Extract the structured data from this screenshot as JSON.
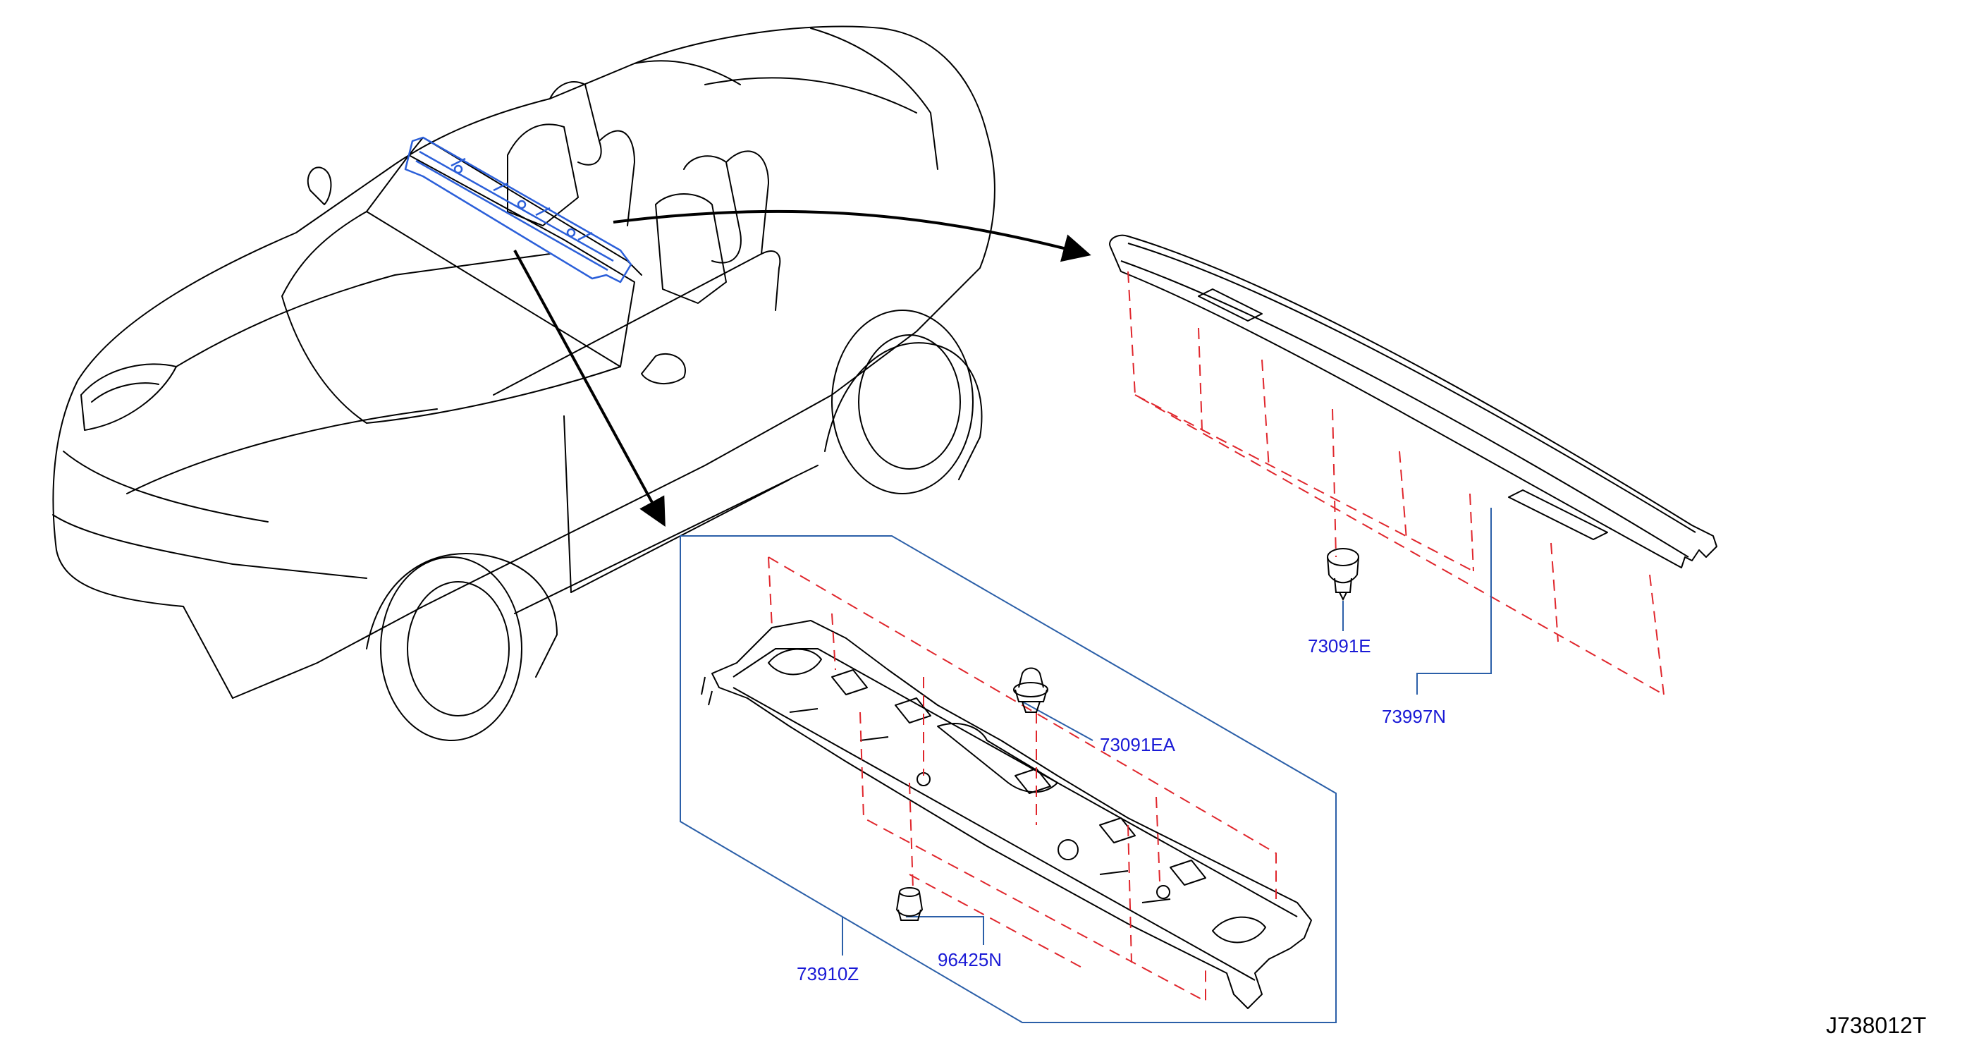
{
  "parts": [
    {
      "id": "73091E",
      "label": "73091E"
    },
    {
      "id": "73997N",
      "label": "73997N"
    },
    {
      "id": "73091EA",
      "label": "73091EA"
    },
    {
      "id": "73910Z",
      "label": "73910Z"
    },
    {
      "id": "96425N",
      "label": "96425N"
    }
  ],
  "diagram_code": "J738012T",
  "colors": {
    "line": "#000000",
    "highlight": "#2b5fd9",
    "callout": "#2b5fa8",
    "dashed": "#e0262c",
    "label": "#1a1ad6"
  }
}
